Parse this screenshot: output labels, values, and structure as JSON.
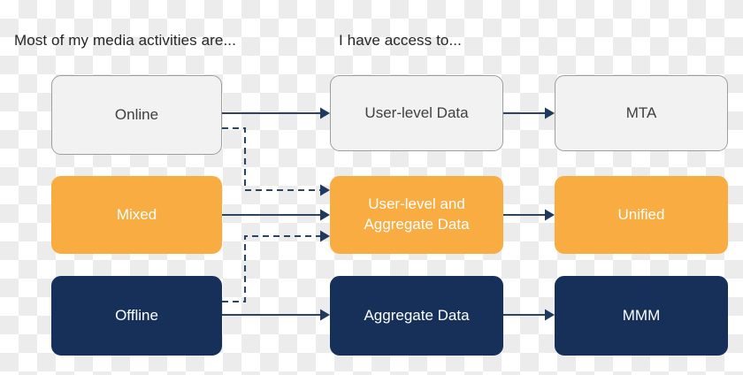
{
  "diagram": {
    "title_columns": [
      {
        "id": "col-1",
        "label": "Most of my media activities are..."
      },
      {
        "id": "col-2",
        "label": "I have access to..."
      }
    ],
    "columns": {
      "media_activity": {
        "header": "Most of my media activities are...",
        "nodes": [
          {
            "id": "online",
            "label": "Online",
            "style": "light"
          },
          {
            "id": "mixed",
            "label": "Mixed",
            "style": "orange"
          },
          {
            "id": "offline",
            "label": "Offline",
            "style": "navy"
          }
        ]
      },
      "data_access": {
        "header": "I have access to...",
        "nodes": [
          {
            "id": "user-level-data",
            "label": "User-level Data",
            "style": "light"
          },
          {
            "id": "user-level-and-aggregate-data",
            "label_line1": "User-level and",
            "label_line2": "Aggregate Data",
            "style": "orange"
          },
          {
            "id": "aggregate-data",
            "label": "Aggregate Data",
            "style": "navy"
          }
        ]
      },
      "solution": {
        "header": "",
        "nodes": [
          {
            "id": "mta",
            "label": "MTA",
            "style": "light"
          },
          {
            "id": "unified",
            "label": "Unified",
            "style": "orange"
          },
          {
            "id": "mmm",
            "label": "MMM",
            "style": "navy"
          }
        ]
      }
    },
    "edges": [
      {
        "from": "online",
        "to": "user-level-data",
        "style": "solid"
      },
      {
        "from": "online",
        "to": "user-level-and-aggregate-data",
        "style": "dashed"
      },
      {
        "from": "mixed",
        "to": "user-level-and-aggregate-data",
        "style": "solid"
      },
      {
        "from": "offline",
        "to": "user-level-and-aggregate-data",
        "style": "dashed"
      },
      {
        "from": "offline",
        "to": "aggregate-data",
        "style": "solid"
      },
      {
        "from": "user-level-data",
        "to": "mta",
        "style": "solid"
      },
      {
        "from": "user-level-and-aggregate-data",
        "to": "unified",
        "style": "solid"
      },
      {
        "from": "aggregate-data",
        "to": "mmm",
        "style": "solid"
      }
    ],
    "colors": {
      "light_fill": "#f2f2f2",
      "light_border": "#9e9e9e",
      "light_text": "#404040",
      "orange": "#f9ac41",
      "navy": "#16305a",
      "connector": "#2e4562",
      "header_text": "#262626"
    }
  }
}
